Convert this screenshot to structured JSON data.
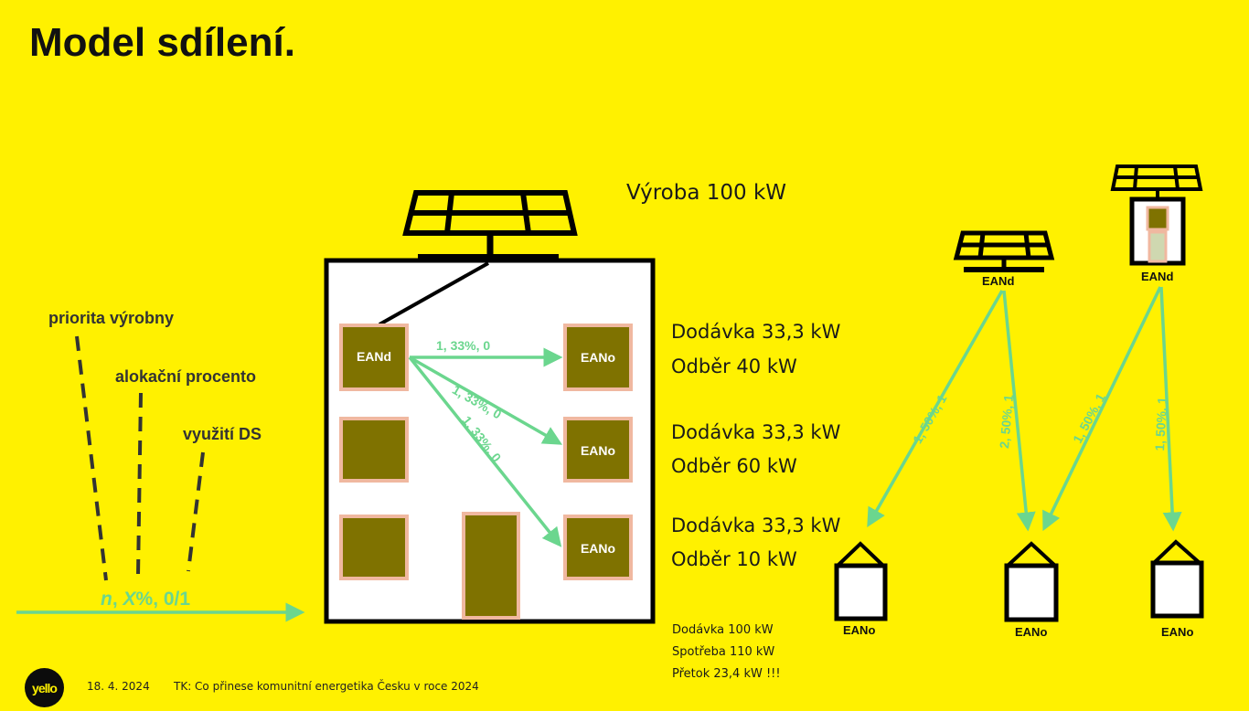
{
  "title": "Model sdílení.",
  "annotations": {
    "priority": "priorita výrobny",
    "allocation": "alokační procento",
    "ds_usage": "využití DS",
    "formula_n": "n",
    "formula_sep1": ", ",
    "formula_x": "X",
    "formula_rest": "%, 0/1"
  },
  "production": "Výroba 100 kW",
  "building": {
    "source_label": "EANd",
    "flows": [
      {
        "label": "1, 33%, 0",
        "target": "EANo"
      },
      {
        "label": "1, 33%, 0",
        "target": "EANo"
      },
      {
        "label": "1, 33%, 0",
        "target": "EANo"
      }
    ]
  },
  "consumers": [
    {
      "supply": "Dodávka 33,3 kW",
      "demand": "Odběr 40 kW"
    },
    {
      "supply": "Dodávka 33,3 kW",
      "demand": "Odběr 60 kW"
    },
    {
      "supply": "Dodávka 33,3 kW",
      "demand": "Odběr 10 kW"
    }
  ],
  "summary": {
    "supply": "Dodávka 100 kW",
    "consumption": "Spotřeba 110 kW",
    "overflow": "Přetok 23,4 kW !!!"
  },
  "external": {
    "sources": [
      {
        "label": "EANd",
        "type": "solar-panel"
      },
      {
        "label": "EANd",
        "type": "solar-house"
      }
    ],
    "flows": [
      {
        "label": "1, 50%, 1"
      },
      {
        "label": "2, 50%, 1"
      },
      {
        "label": "1, 50%, 1"
      },
      {
        "label": "1, 50%, 1"
      }
    ],
    "consumers": [
      {
        "label": "EANo"
      },
      {
        "label": "EANo"
      },
      {
        "label": "EANo"
      }
    ]
  },
  "footer": {
    "logo": "yello",
    "date": "18. 4. 2024",
    "event": "TK: Co přinese komunitní energetika Česku v roce 2024"
  },
  "colors": {
    "background": "#FFF100",
    "arrow": "#6BD68E",
    "unit": "#7F7200",
    "unit_border": "#F0B8A0"
  }
}
